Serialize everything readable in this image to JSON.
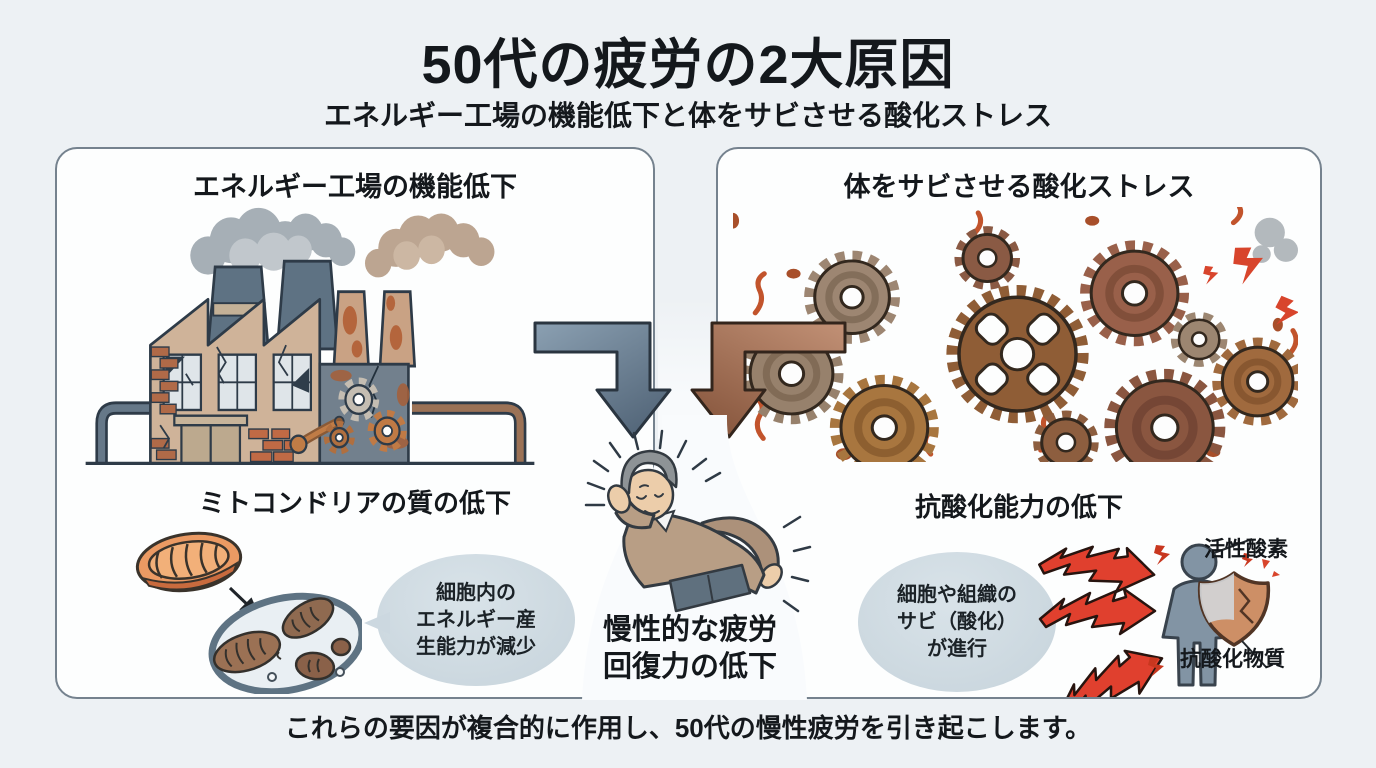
{
  "header": {
    "title": "50代の疲労の2大原因",
    "subtitle": "エネルギー工場の機能低下と体をサビさせる酸化ストレス"
  },
  "left_panel": {
    "title": "エネルギー工場の機能低下",
    "sub_label": "ミトコンドリアの質の低下",
    "bubble_lines": [
      "細胞内の",
      "エネルギー産",
      "生能力が減少"
    ]
  },
  "right_panel": {
    "title": "体をサビさせる酸化ストレス",
    "sub_label": "抗酸化能力の低下",
    "bubble_lines": [
      "細胞や組織の",
      "サビ（酸化）",
      "が進行"
    ],
    "label_active_oxygen": "活性酸素",
    "label_antioxidant": "抗酸化物質"
  },
  "center": {
    "result_lines": [
      "慢性的な疲労",
      "回復力の低下"
    ]
  },
  "footer": {
    "caption": "これらの要因が複合的に作用し、50代の慢性疲労を引き起こします。"
  },
  "colors": {
    "background": "#edf1f4",
    "panel_border": "#75828e",
    "bubble": "#cfdae1",
    "arrow_left": "#5d7489",
    "arrow_right": "#a5755a",
    "attack_red": "#e0402e",
    "rust": "#a4683f"
  }
}
